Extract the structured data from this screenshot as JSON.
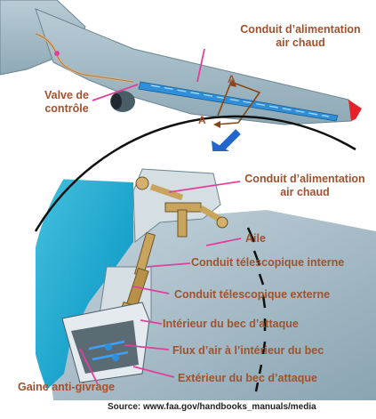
{
  "labels": {
    "hot_air_duct_top": [
      "Conduit d’alimentation",
      "air chaud"
    ],
    "check_valve": [
      "Valve de",
      "contrôle"
    ],
    "hot_air_duct_detail": [
      "Conduit d’alimentation",
      "air chaud"
    ],
    "wing": "Aile",
    "inner_telescopic_duct": "Conduit télescopique interne",
    "outer_telescopic_duct": "Conduit télescopique externe",
    "leading_edge_interior": "Intérieur du bec d’attaque",
    "airflow_inside_leading_edge": "Flux d’air à l’intérieur du bec",
    "leading_edge_exterior": "Extérieur du bec d’attaque",
    "anti_ice_sheath": "Gaine anti-givrage",
    "section_marker_a1": "A",
    "section_marker_a2": "A"
  },
  "source": "Source: www.faa.gov/handbooks_manuals/media",
  "colors": {
    "label_text": "#a0522d",
    "leader_line": "#e0409c",
    "wing_skin": "#9fb8c3",
    "duct_blue": "#2f8fd8",
    "arrow_blue": "#2266cc",
    "wingtip_red": "#e8202a"
  }
}
